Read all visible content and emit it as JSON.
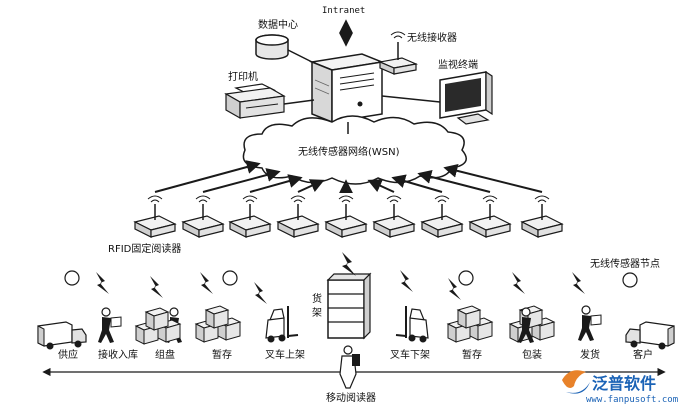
{
  "labels": {
    "intranet": "Intranet",
    "data_center": "数据中心",
    "wireless_receiver": "无线接收器",
    "printer": "打印机",
    "monitor_terminal": "监视终端",
    "wsn": "无线传感器网络(WSN)",
    "rfid_reader": "RFID固定阅读器",
    "sensor_node": "无线传感器节点",
    "shelf": "货架",
    "mobile_reader": "移动阅读器"
  },
  "process_steps": [
    "供应",
    "接收入库",
    "组盘",
    "暂存",
    "叉车上架",
    "叉车下架",
    "暂存",
    "包装",
    "发货",
    "客户"
  ],
  "watermark": {
    "brand": "泛普软件",
    "url": "www.fanpusoft.com"
  },
  "colors": {
    "line": "#1a1a1a",
    "fill_light": "#e6e6e6",
    "watermark_blue": "#1b63b6",
    "watermark_orange": "#e8822a"
  }
}
